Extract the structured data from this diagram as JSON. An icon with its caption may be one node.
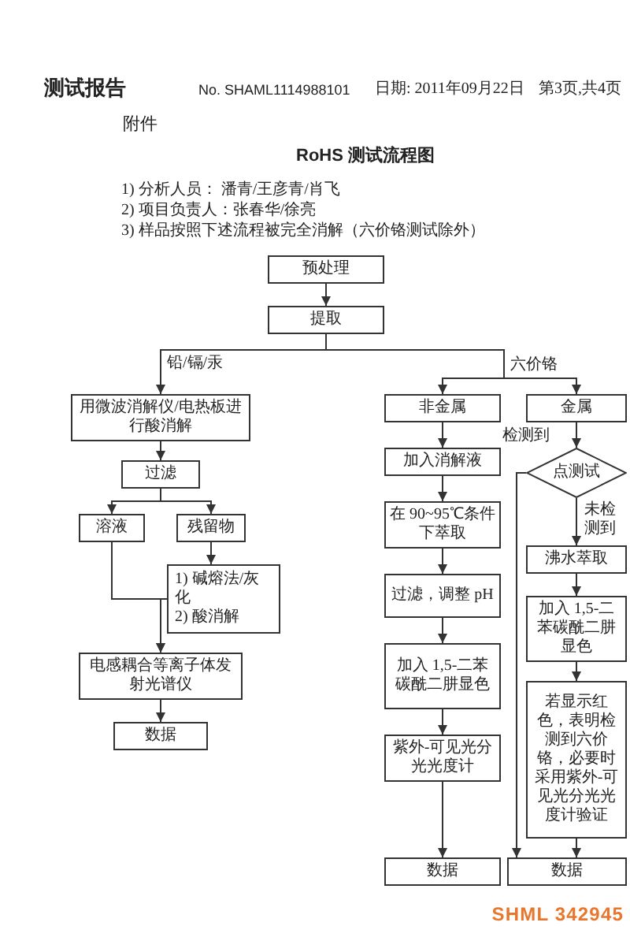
{
  "diagram": {
    "title": "RoHS 测试流程图",
    "nodes": [
      {
        "text": [
          "预处理"
        ]
      },
      {
        "text": [
          "提取"
        ]
      },
      {
        "text": [
          "用微波消解仪/电热板进行酸消解"
        ]
      },
      {
        "text": [
          "过滤"
        ]
      },
      {
        "text": [
          "溶液"
        ]
      },
      {
        "text": [
          "残留物"
        ]
      },
      {
        "text": [
          "1) 碱熔法/灰化",
          "2) 酸消解"
        ]
      },
      {
        "text": [
          "电感耦合等离子体发射光谱仪"
        ]
      },
      {
        "text": [
          "数据"
        ]
      },
      {
        "text": [
          "非金属"
        ]
      },
      {
        "text": [
          "加入消解液"
        ]
      },
      {
        "text": [
          "在 90~95℃条件下萃取"
        ]
      },
      {
        "text": [
          "过滤，调整 pH"
        ]
      },
      {
        "text": [
          "加入 1,5-二苯碳酰二肼显色"
        ]
      },
      {
        "text": [
          "紫外-可见光分光光度计"
        ]
      },
      {
        "text": [
          "数据"
        ]
      },
      {
        "text": [
          "金属"
        ]
      },
      {
        "text": [
          "点测试"
        ]
      },
      {
        "text": [
          "沸水萃取"
        ]
      },
      {
        "text": [
          "加入 1,5-二苯碳酰二肼显色"
        ]
      },
      {
        "text": [
          "若显示红色，表明检测到六价铬，必要时采用紫外-可见光分光光度计验证"
        ]
      },
      {
        "text": [
          "数据"
        ]
      }
    ],
    "edges": [
      {
        "from": 0,
        "to": 1,
        "arrow": "to"
      },
      {
        "from": 1,
        "to": 2,
        "arrow": "to",
        "label": "铅/镉/汞"
      },
      {
        "from": 1,
        "to": 9,
        "arrow": "to",
        "label": "六价铬"
      },
      {
        "from": 1,
        "to": 16,
        "arrow": "to"
      },
      {
        "from": 2,
        "to": 3,
        "arrow": "to"
      },
      {
        "from": 3,
        "to": 4,
        "arrow": "to"
      },
      {
        "from": 3,
        "to": 5,
        "arrow": "to"
      },
      {
        "from": 5,
        "to": 6,
        "arrow": "to"
      },
      {
        "from": 4,
        "to": 7,
        "arrow": "to"
      },
      {
        "from": 6,
        "to": 7,
        "arrow": "to"
      },
      {
        "from": 7,
        "to": 8,
        "arrow": "to"
      },
      {
        "from": 9,
        "to": 10,
        "arrow": "to"
      },
      {
        "from": 10,
        "to": 11,
        "arrow": "to"
      },
      {
        "from": 11,
        "to": 12,
        "arrow": "to"
      },
      {
        "from": 12,
        "to": 13,
        "arrow": "to"
      },
      {
        "from": 13,
        "to": 14,
        "arrow": "to"
      },
      {
        "from": 14,
        "to": 15,
        "arrow": "to"
      },
      {
        "from": 16,
        "to": 17,
        "arrow": "to"
      },
      {
        "from": 17,
        "to": 18,
        "arrow": "to",
        "label": "未检测到"
      },
      {
        "from": 17,
        "to": 21,
        "arrow": "to",
        "label": "检测到"
      },
      {
        "from": 18,
        "to": 19,
        "arrow": "to"
      },
      {
        "from": 19,
        "to": 20,
        "arrow": "to"
      },
      {
        "from": 20,
        "to": 21,
        "arrow": "to"
      }
    ],
    "labels": [
      "测试报告",
      "No. SHAML1114988101",
      "日期: 2011年09月22日",
      "第3页,共4页",
      "附件",
      "1) 分析人员： 潘青/王彦青/肖飞",
      "2) 项目负责人：张春华/徐亮",
      "3) 样品按照下述流程被完全消解（六价铬测试除外）",
      "SHML 342945"
    ]
  }
}
